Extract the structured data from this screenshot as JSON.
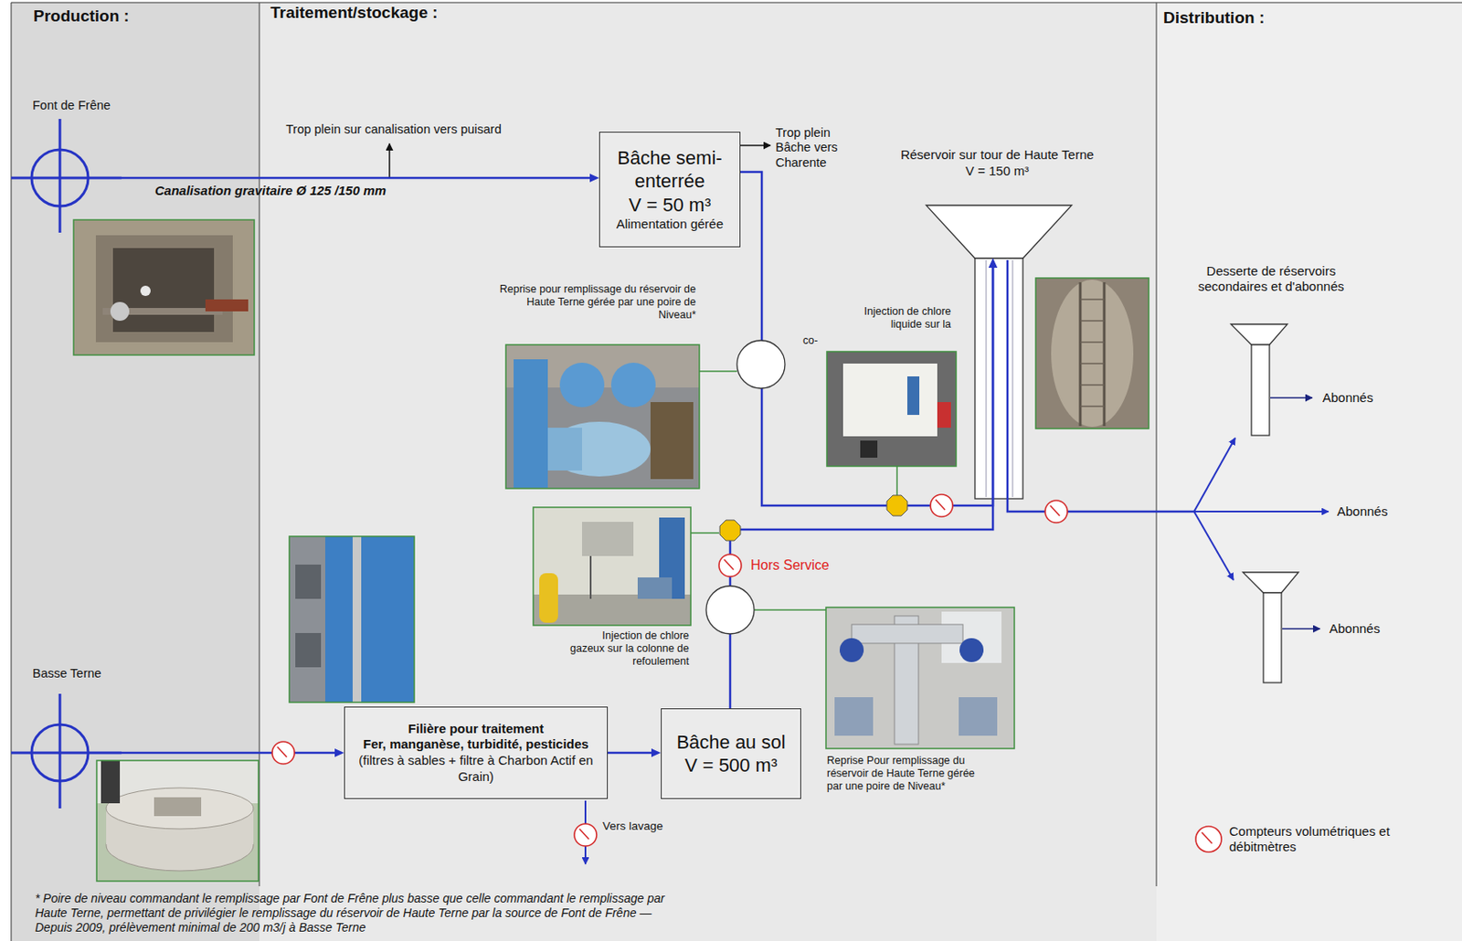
{
  "diagram": {
    "nodes": [
      {
        "text": [
          "Font de Frêne"
        ]
      },
      {
        "text": [
          "Bâche semi-enterrée",
          "V = 50 m³",
          "Alimentation gérée"
        ]
      },
      {
        "text": [
          "Réservoir sur tour de Haute Terne",
          "V = 150 m³"
        ]
      },
      {
        "text": [
          "Basse Terne"
        ]
      },
      {
        "text": [
          "Filière pour traitement",
          "Fer, manganèse, turbidité, pesticides",
          "(filtres à sables + filtre à Charbon Actif en Grain)"
        ]
      },
      {
        "text": [
          "Bâche au sol",
          "V = 500 m³"
        ]
      }
    ],
    "edges": [
      {
        "from": 0,
        "to": 1,
        "arrow": "to",
        "label": "Canalisation gravitaire Ø 125 /150 mm"
      },
      {
        "from": 1,
        "to": 2,
        "arrow": "to"
      },
      {
        "from": 3,
        "to": 4,
        "arrow": "to"
      },
      {
        "from": 4,
        "to": 5,
        "arrow": "to"
      },
      {
        "from": 5,
        "to": 2,
        "arrow": "to"
      }
    ],
    "labels": [
      "Production :",
      "Traitement/stockage :",
      "Distribution :",
      "Trop plein sur canalisation vers puisard",
      "Trop plein Bâche vers Charente",
      "Reprise pour remplissage du réservoir de Haute Terne gérée par une poire de Niveau*",
      "Injection de chlore liquide sur la",
      "co-",
      "Injection de chlore gazeux sur la colonne de refoulement",
      "Hors Service",
      "Reprise Pour remplissage du réservoir de Haute Terne gérée par une poire de Niveau*",
      "Vers lavage",
      "Desserte de réservoirs secondaires et d'abonnés",
      "Abonnés",
      "Abonnés",
      "Abonnés",
      "* Poire de niveau commandant le remplissage par Font de Frêne plus basse que celle commandant le remplissage par Haute Terne, permettant de privilégier le remplissage du réservoir de Haute Terne par la source de Font de Frêne — Depuis 2009, prélèvement minimal de 200 m3/j à Basse Terne"
    ],
    "legend": [
      {
        "text": "Compteurs volumétriques et débitmètres"
      }
    ]
  }
}
